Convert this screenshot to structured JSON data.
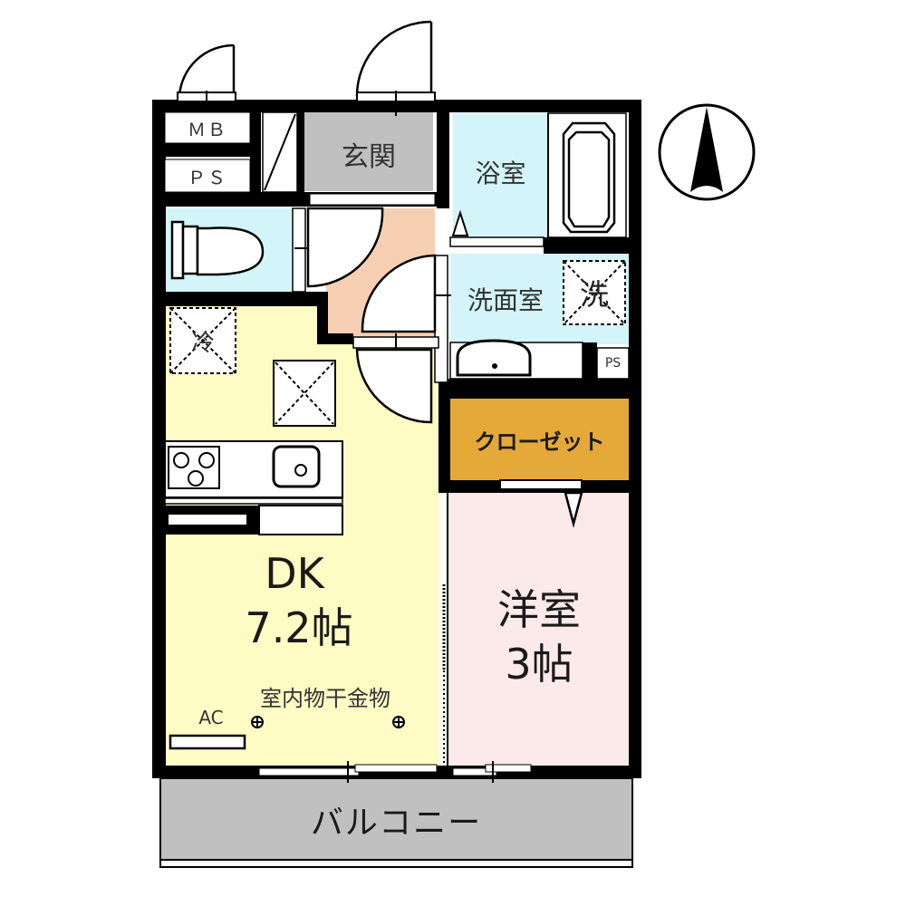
{
  "floor_plan": {
    "colors": {
      "wall": "#000000",
      "dk": "#fffbc4",
      "bedroom": "#fce9e9",
      "wet_area": "#d3f4f9",
      "entrance": "#c0c0c0",
      "hallway": "#f6cfb2",
      "closet": "#e5a93a",
      "balcony": "#c0c0c0"
    },
    "rooms": {
      "mb": {
        "label": "ＭＢ"
      },
      "ps_top": {
        "label": "ＰＳ"
      },
      "entrance": {
        "label": "玄関"
      },
      "bath": {
        "label": "浴室"
      },
      "washroom": {
        "label": "洗面室"
      },
      "washer": {
        "label": "洗"
      },
      "ps_wash": {
        "label": "PS"
      },
      "fridge": {
        "label": "冷"
      },
      "closet": {
        "label": "クローゼット"
      },
      "dk": {
        "name": "DK",
        "size": "7.2帖"
      },
      "drying_rack": {
        "label": "室内物干金物"
      },
      "ac": {
        "label": "AC"
      },
      "bedroom": {
        "name": "洋室",
        "size": "3帖"
      },
      "balcony": {
        "label": "バルコニー"
      }
    },
    "compass": {
      "icon": "north-arrow-icon",
      "direction": "N"
    }
  }
}
